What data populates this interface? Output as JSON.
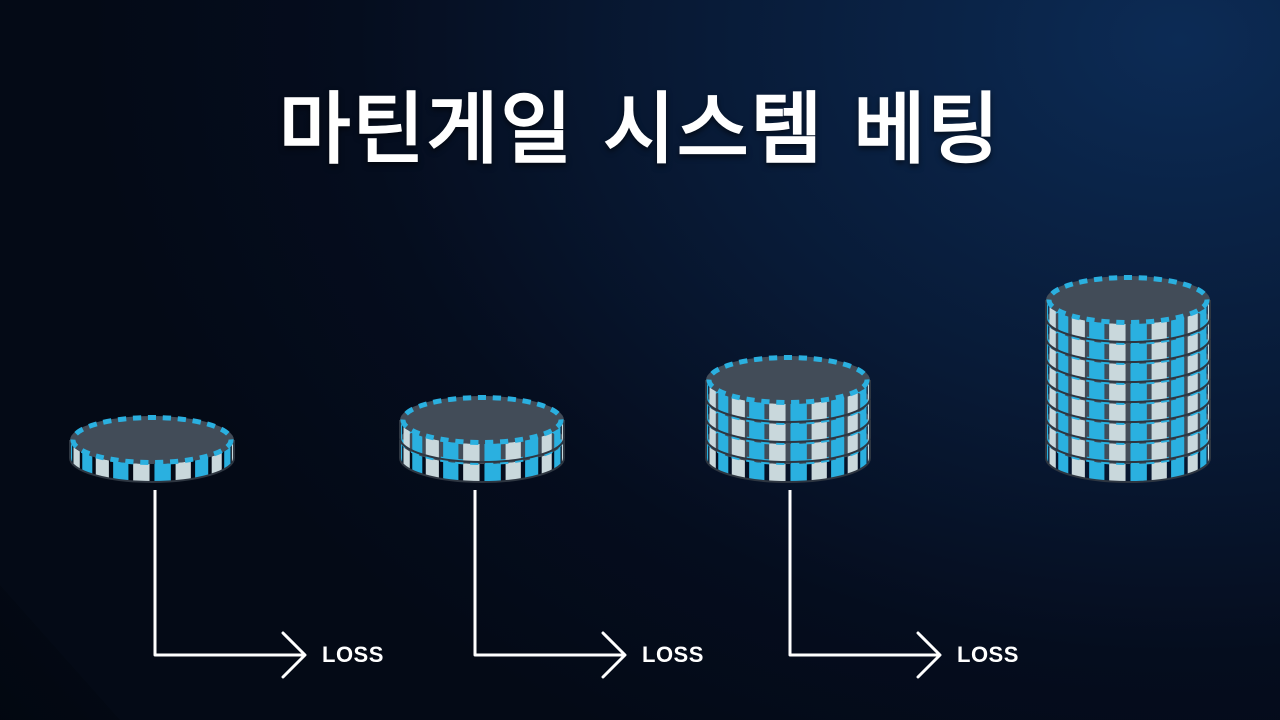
{
  "title": "마틴게일 시스템 베팅",
  "colors": {
    "chip_top": "#424c58",
    "chip_side": "#2e3641",
    "chip_light": "#c9d8dc",
    "chip_accent": "#2ab0e0",
    "arrow": "#ffffff"
  },
  "stacks": [
    {
      "name": "stack-1",
      "chips": 1,
      "result": "LOSS"
    },
    {
      "name": "stack-2",
      "chips": 2,
      "result": "LOSS"
    },
    {
      "name": "stack-3",
      "chips": 4,
      "result": "LOSS"
    },
    {
      "name": "stack-4",
      "chips": 8,
      "result": ""
    }
  ]
}
